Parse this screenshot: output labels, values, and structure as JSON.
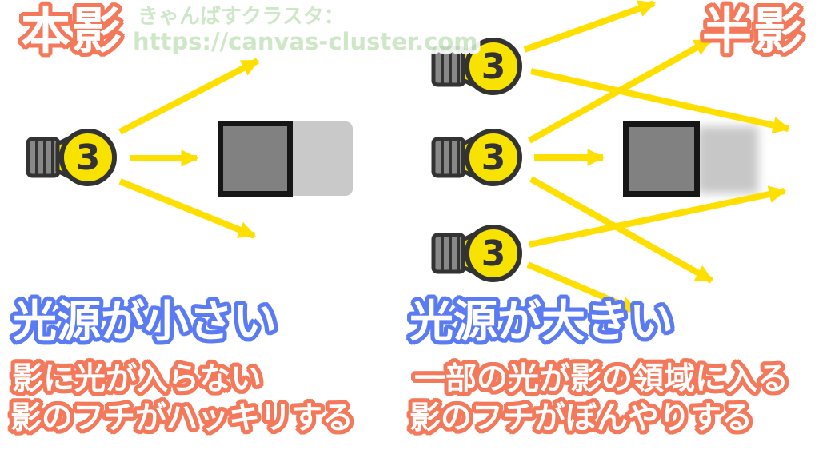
{
  "titles": {
    "umbra": "本影",
    "penumbra": "半影"
  },
  "watermark": {
    "line1": "きゃんばすクラスタ：",
    "line2": "https://canvas-cluster.com"
  },
  "left_panel": {
    "heading": "光源が小さい",
    "line1": "影に光が入らない",
    "line2": "影のフチがハッキリする"
  },
  "right_panel": {
    "heading": "光源が大きい",
    "line1": "一部の光が影の領域に入る",
    "line2": "影のフチがぼんやりする"
  },
  "icons": {
    "bulb_filament": "3"
  },
  "colors": {
    "title_outline_orange": "#f4795b",
    "heading_outline_blue": "#5a7bf2",
    "ray_yellow": "#ffdf00",
    "bulb_yellow": "#f8e300",
    "bulb_outline": "#333333",
    "object_gray": "#818181",
    "shadow_gray": "#c9c9c9",
    "watermark_green": "#c9e6c3"
  }
}
